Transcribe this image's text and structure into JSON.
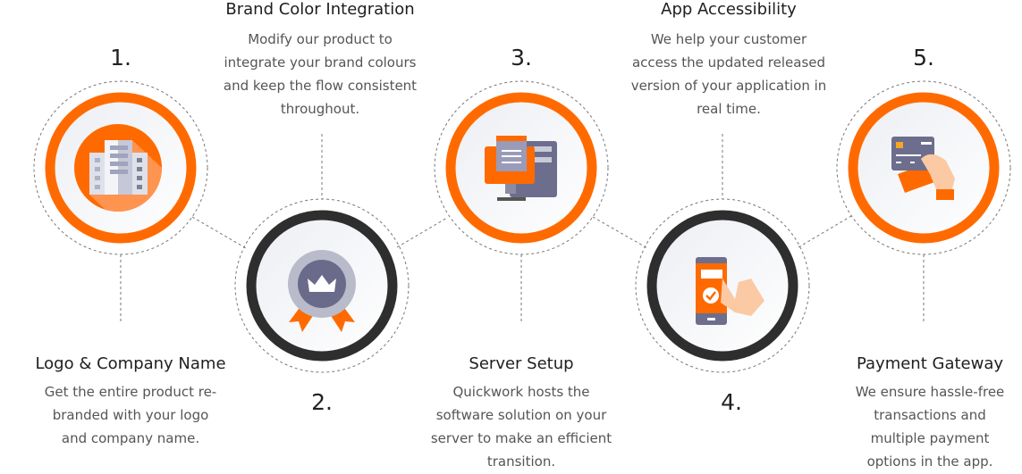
{
  "colors": {
    "accent": "#ff6a00",
    "dark": "#2e2e2e",
    "text": "#555555"
  },
  "steps": [
    {
      "number": "1.",
      "title": "Logo & Company Name",
      "description": [
        "Get the entire product re-",
        "branded with your logo",
        "and company name."
      ],
      "icon": "building-icon"
    },
    {
      "number": "2.",
      "title": "Brand Color Integration",
      "description": [
        "Modify our product to",
        "integrate your brand colours",
        "and keep the flow consistent",
        "throughout."
      ],
      "icon": "badge-crown-icon"
    },
    {
      "number": "3.",
      "title": "Server Setup",
      "description": [
        "Quickwork hosts the",
        "software solution on your",
        "server to make an efficient",
        "transition."
      ],
      "icon": "server-monitor-icon"
    },
    {
      "number": "4.",
      "title": "App Accessibility",
      "description": [
        "We help your customer",
        "access the updated released",
        "version of your application in",
        "real time."
      ],
      "icon": "mobile-tap-icon"
    },
    {
      "number": "5.",
      "title": "Payment Gateway",
      "description": [
        "We ensure hassle-free",
        "transactions and",
        "multiple payment",
        "options in the app."
      ],
      "icon": "credit-card-icon"
    }
  ]
}
